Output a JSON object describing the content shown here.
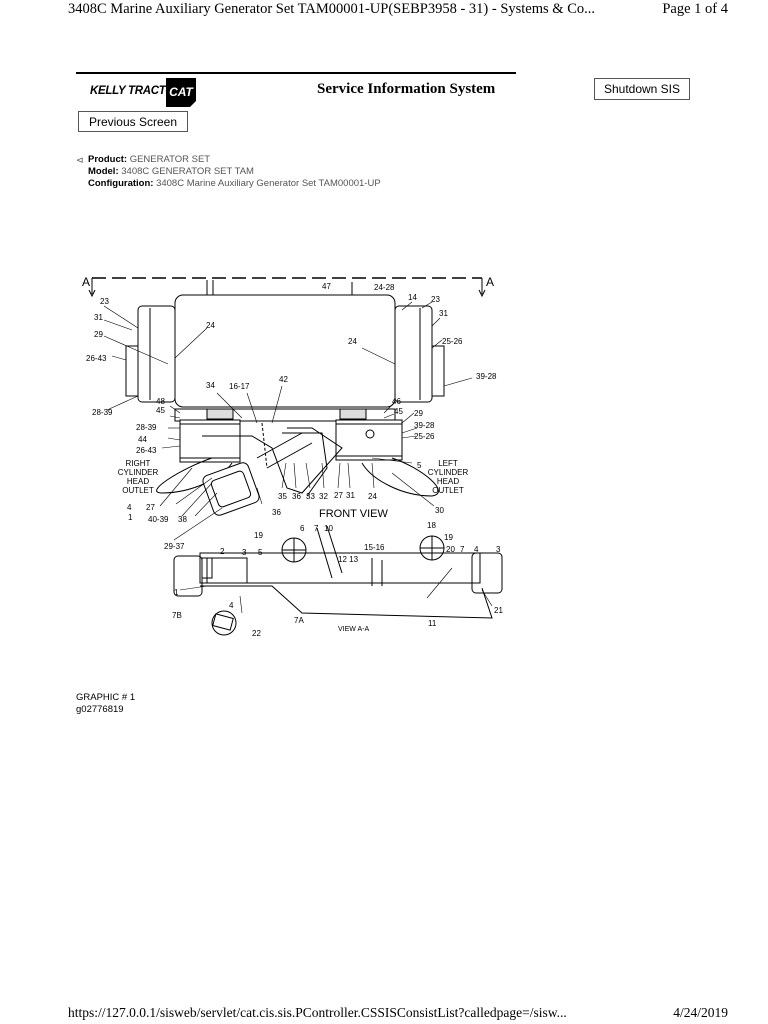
{
  "header": {
    "title": "3408C Marine Auxiliary Generator Set TAM00001-UP(SEBP3958 - 31) - Systems & Co...",
    "page": "Page 1 of 4"
  },
  "banner": {
    "dealer_logo": "KELLY TRACTOR",
    "brand_logo": "CAT",
    "title": "Service Information System",
    "shutdown_label": "Shutdown SIS",
    "previous_label": "Previous Screen"
  },
  "meta": {
    "product_label": "Product:",
    "product_value": "GENERATOR SET",
    "model_label": "Model:",
    "model_value": "3408C GENERATOR SET TAM",
    "config_label": "Configuration:",
    "config_value": "3408C Marine Auxiliary Generator Set TAM00001-UP"
  },
  "diagram": {
    "section_a_left": "A",
    "section_a_right": "A",
    "front_view": "FRONT VIEW",
    "view_aa": "VIEW A-A",
    "right_outlet": [
      "RIGHT",
      "CYLINDER",
      "HEAD",
      "OUTLET"
    ],
    "left_outlet": [
      "LEFT",
      "CYLINDER",
      "HEAD",
      "OUTLET"
    ],
    "callouts": {
      "c47": "47",
      "c24_28": "24-28",
      "c14": "14",
      "c23r": "23",
      "c31r": "31",
      "c25_26a": "25-26",
      "c24r": "24",
      "c39_28a": "39-28",
      "c23l": "23",
      "c31l": "31",
      "c24l": "24",
      "c29l": "29",
      "c26_43a": "26-43",
      "c28_39a": "28-39",
      "c34": "34",
      "c16_17": "16-17",
      "c42": "42",
      "c48": "48",
      "c45l": "45",
      "c46": "46",
      "c45r": "45",
      "c29r": "29",
      "c28_39b": "28-39",
      "c44": "44",
      "c26_43b": "26-43",
      "c39_28b": "39-28",
      "c25_26b": "25-26",
      "c5f": "5",
      "c4f": "4",
      "c1f": "1",
      "c27f": "27",
      "c40_39": "40-39",
      "c38": "38",
      "c36f": "36",
      "c35": "35",
      "c36b": "36",
      "c33": "33",
      "c32": "32",
      "c27b": "27",
      "c31b": "31",
      "c24b": "24",
      "c30": "30",
      "c29_37": "29-37",
      "c6": "6",
      "c7a": "7",
      "c10": "10",
      "c19l": "19",
      "c2": "2",
      "c3l": "3",
      "c5l": "5",
      "c12_13": "12 13",
      "c15_16": "15-16",
      "c18": "18",
      "c19r": "19",
      "c20": "20",
      "c7r": "7",
      "c4r": "4",
      "c3r": "3",
      "c1l": "1",
      "c4l": "4",
      "c7b": "7B",
      "c22": "22",
      "c7a2": "7A",
      "c11": "11",
      "c21": "21"
    }
  },
  "caption": {
    "graphic": "GRAPHIC # 1",
    "id": "g02776819"
  },
  "footer": {
    "url": "https://127.0.0.1/sisweb/servlet/cat.cis.sis.PController.CSSISConsistList?calledpage=/sisw...",
    "date": "4/24/2019"
  }
}
